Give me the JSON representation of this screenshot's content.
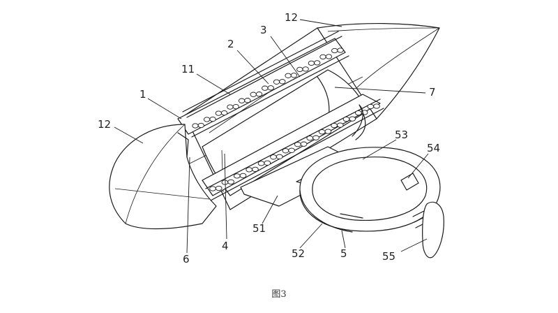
{
  "figure": {
    "caption": "图3",
    "labels": [
      {
        "id": "l12a",
        "text": "12"
      },
      {
        "id": "l3",
        "text": "3"
      },
      {
        "id": "l2",
        "text": "2"
      },
      {
        "id": "l11",
        "text": "11"
      },
      {
        "id": "l7",
        "text": "7"
      },
      {
        "id": "l1",
        "text": "1"
      },
      {
        "id": "l12b",
        "text": "12"
      },
      {
        "id": "l53",
        "text": "53"
      },
      {
        "id": "l54",
        "text": "54"
      },
      {
        "id": "l51",
        "text": "51"
      },
      {
        "id": "l4",
        "text": "4"
      },
      {
        "id": "l52",
        "text": "52"
      },
      {
        "id": "l5",
        "text": "5"
      },
      {
        "id": "l55",
        "text": "55"
      },
      {
        "id": "l6",
        "text": "6"
      }
    ]
  }
}
